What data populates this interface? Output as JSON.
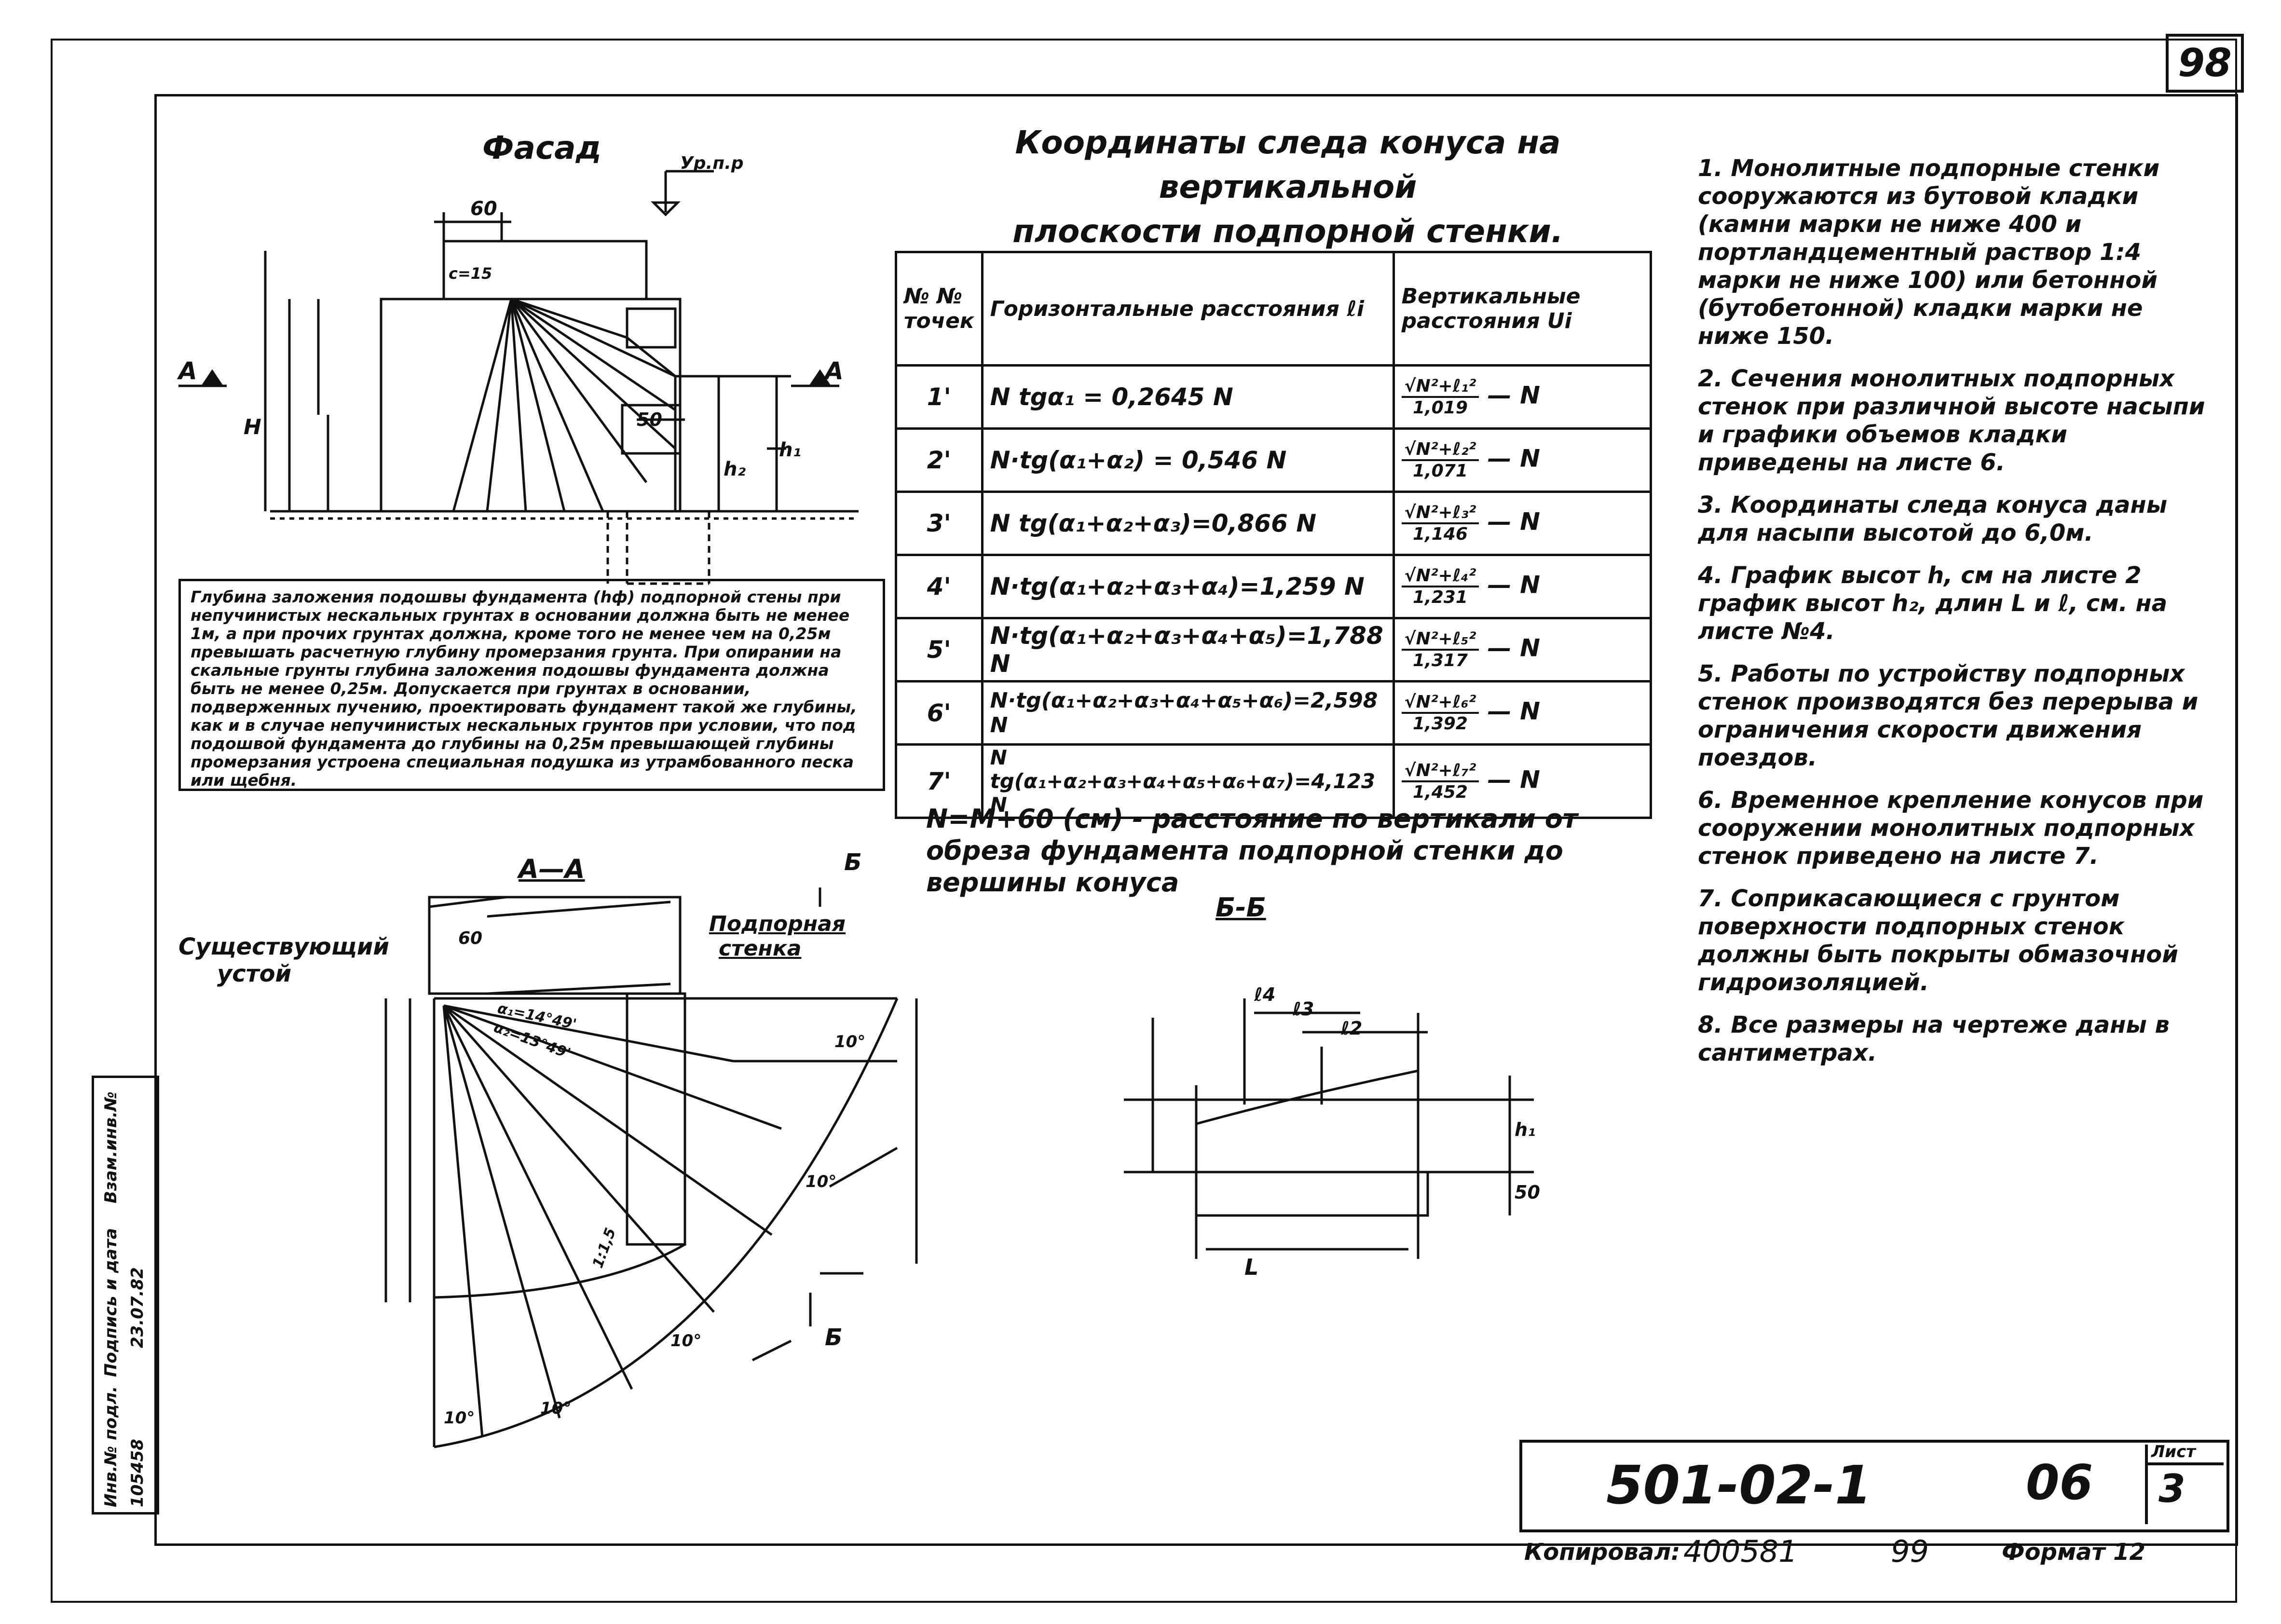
{
  "sheet_number": "98",
  "facade_title": "Фасад",
  "main_title_line1": "Координаты следа конуса на вертикальной",
  "main_title_line2": "плоскости подпорной стенки.",
  "table": {
    "headers": [
      "№ № точек",
      "Горизонтальные расстояния ℓi",
      "Вертикальные расстояния Ui"
    ],
    "rows": [
      {
        "point": "1'",
        "horizontal": "N tgα₁ = 0,2645 N",
        "vertical_num": "√N²+ℓ₁²",
        "vertical_den": "1,019",
        "vertical_tail": "— N"
      },
      {
        "point": "2'",
        "horizontal": "N·tg(α₁+α₂) = 0,546 N",
        "vertical_num": "√N²+ℓ₂²",
        "vertical_den": "1,071",
        "vertical_tail": "— N"
      },
      {
        "point": "3'",
        "horizontal": "N tg(α₁+α₂+α₃)=0,866 N",
        "vertical_num": "√N²+ℓ₃²",
        "vertical_den": "1,146",
        "vertical_tail": "— N"
      },
      {
        "point": "4'",
        "horizontal": "N·tg(α₁+α₂+α₃+α₄)=1,259 N",
        "vertical_num": "√N²+ℓ₄²",
        "vertical_den": "1,231",
        "vertical_tail": "— N"
      },
      {
        "point": "5'",
        "horizontal": "N·tg(α₁+α₂+α₃+α₄+α₅)=1,788 N",
        "vertical_num": "√N²+ℓ₅²",
        "vertical_den": "1,317",
        "vertical_tail": "— N"
      },
      {
        "point": "6'",
        "horizontal": "N·tg(α₁+α₂+α₃+α₄+α₅+α₆)=2,598 N",
        "vertical_num": "√N²+ℓ₆²",
        "vertical_den": "1,392",
        "vertical_tail": "— N"
      },
      {
        "point": "7'",
        "horizontal": "N tg(α₁+α₂+α₃+α₄+α₅+α₆+α₇)=4,123 N",
        "vertical_num": "√N²+ℓ₇²",
        "vertical_den": "1,452",
        "vertical_tail": "— N"
      }
    ]
  },
  "n_formula": "N=M+60 (см) - расстояние по вертикали от обреза фундамента подпорной стенки до вершины конуса",
  "notes": [
    "1. Монолитные подпорные стенки сооружаются из бутовой кладки (камни марки не ниже 400 и портландцементный раствор 1:4 марки не ниже 100) или бетонной (бутобетонной) кладки марки не ниже 150.",
    "2. Сечения монолитных подпорных стенок при различной высоте насыпи и графики объемов кладки приведены на листе 6.",
    "3. Координаты следа конуса даны для насыпи высотой до 6,0м.",
    "4. График высот h, см на листе 2 график высот h₂, длин L и ℓ, см. на листе №4.",
    "5. Работы по устройству подпорных стенок производятся без перерыва и ограничения скорости движения поездов.",
    "6. Временное крепление конусов при сооружении монолитных подпорных стенок приведено на листе 7.",
    "7. Соприкасающиеся с грунтом поверхности подпорных стенок должны быть покрыты обмазочной гидроизоляцией.",
    "8. Все размеры на чертеже даны в сантиметрах."
  ],
  "foundation_note": "Глубина заложения подошвы фундамента (hф) подпорной стены при непучинистых нескальных грунтах в основании должна быть не менее 1м, а при прочих грунтах должна, кроме того не менее чем на 0,25м превышать расчетную глубину промерзания грунта. При опирании на скальные грунты глубина заложения подошвы фундамента должна быть не менее 0,25м. Допускается при грунтах в основании, подверженных пучению, проектировать фундамент такой же глубины, как и в случае непучинистых нескальных грунтов при условии, что под подошвой фундамента до глубины на 0,25м превышающей глубины промерзания устроена специальная подушка из утрамбованного песка или щебня.",
  "labels": {
    "section_aa": "А—А",
    "section_bb": "Б-Б",
    "existing_abutment_1": "Существующий",
    "existing_abutment_2": "устой",
    "retaining_wall_1": "Подпорная",
    "retaining_wall_2": "стенка",
    "level": "Ур.п.р",
    "dim60": "60",
    "dim50": "50",
    "c15": "с=15",
    "A_left": "А",
    "A_right": "А",
    "B_top": "Б",
    "B_bottom": "Б",
    "H": "H",
    "h1": "h₁",
    "h2": "h₂",
    "ten": "10°",
    "angle1": "α₁=14°49'",
    "angle2": "α₂=13°49'",
    "l4": "ℓ4",
    "l3": "ℓ3",
    "l2": "ℓ2",
    "L": "L",
    "slope1": "1:1,5"
  },
  "title_block": {
    "code": "501-02-1",
    "revision": "06",
    "list_label": "Лист",
    "list_number": "3",
    "copied_label": "Копировал:",
    "copy_number": "400581",
    "copy_number2": "99",
    "format": "Формат 12"
  },
  "side_stamp": {
    "inv": "Инв.№ подл.",
    "inv_value": "105458",
    "sign": "Подпись и дата",
    "sign_value": "23.07.82",
    "replace": "Взам.инв.№"
  }
}
